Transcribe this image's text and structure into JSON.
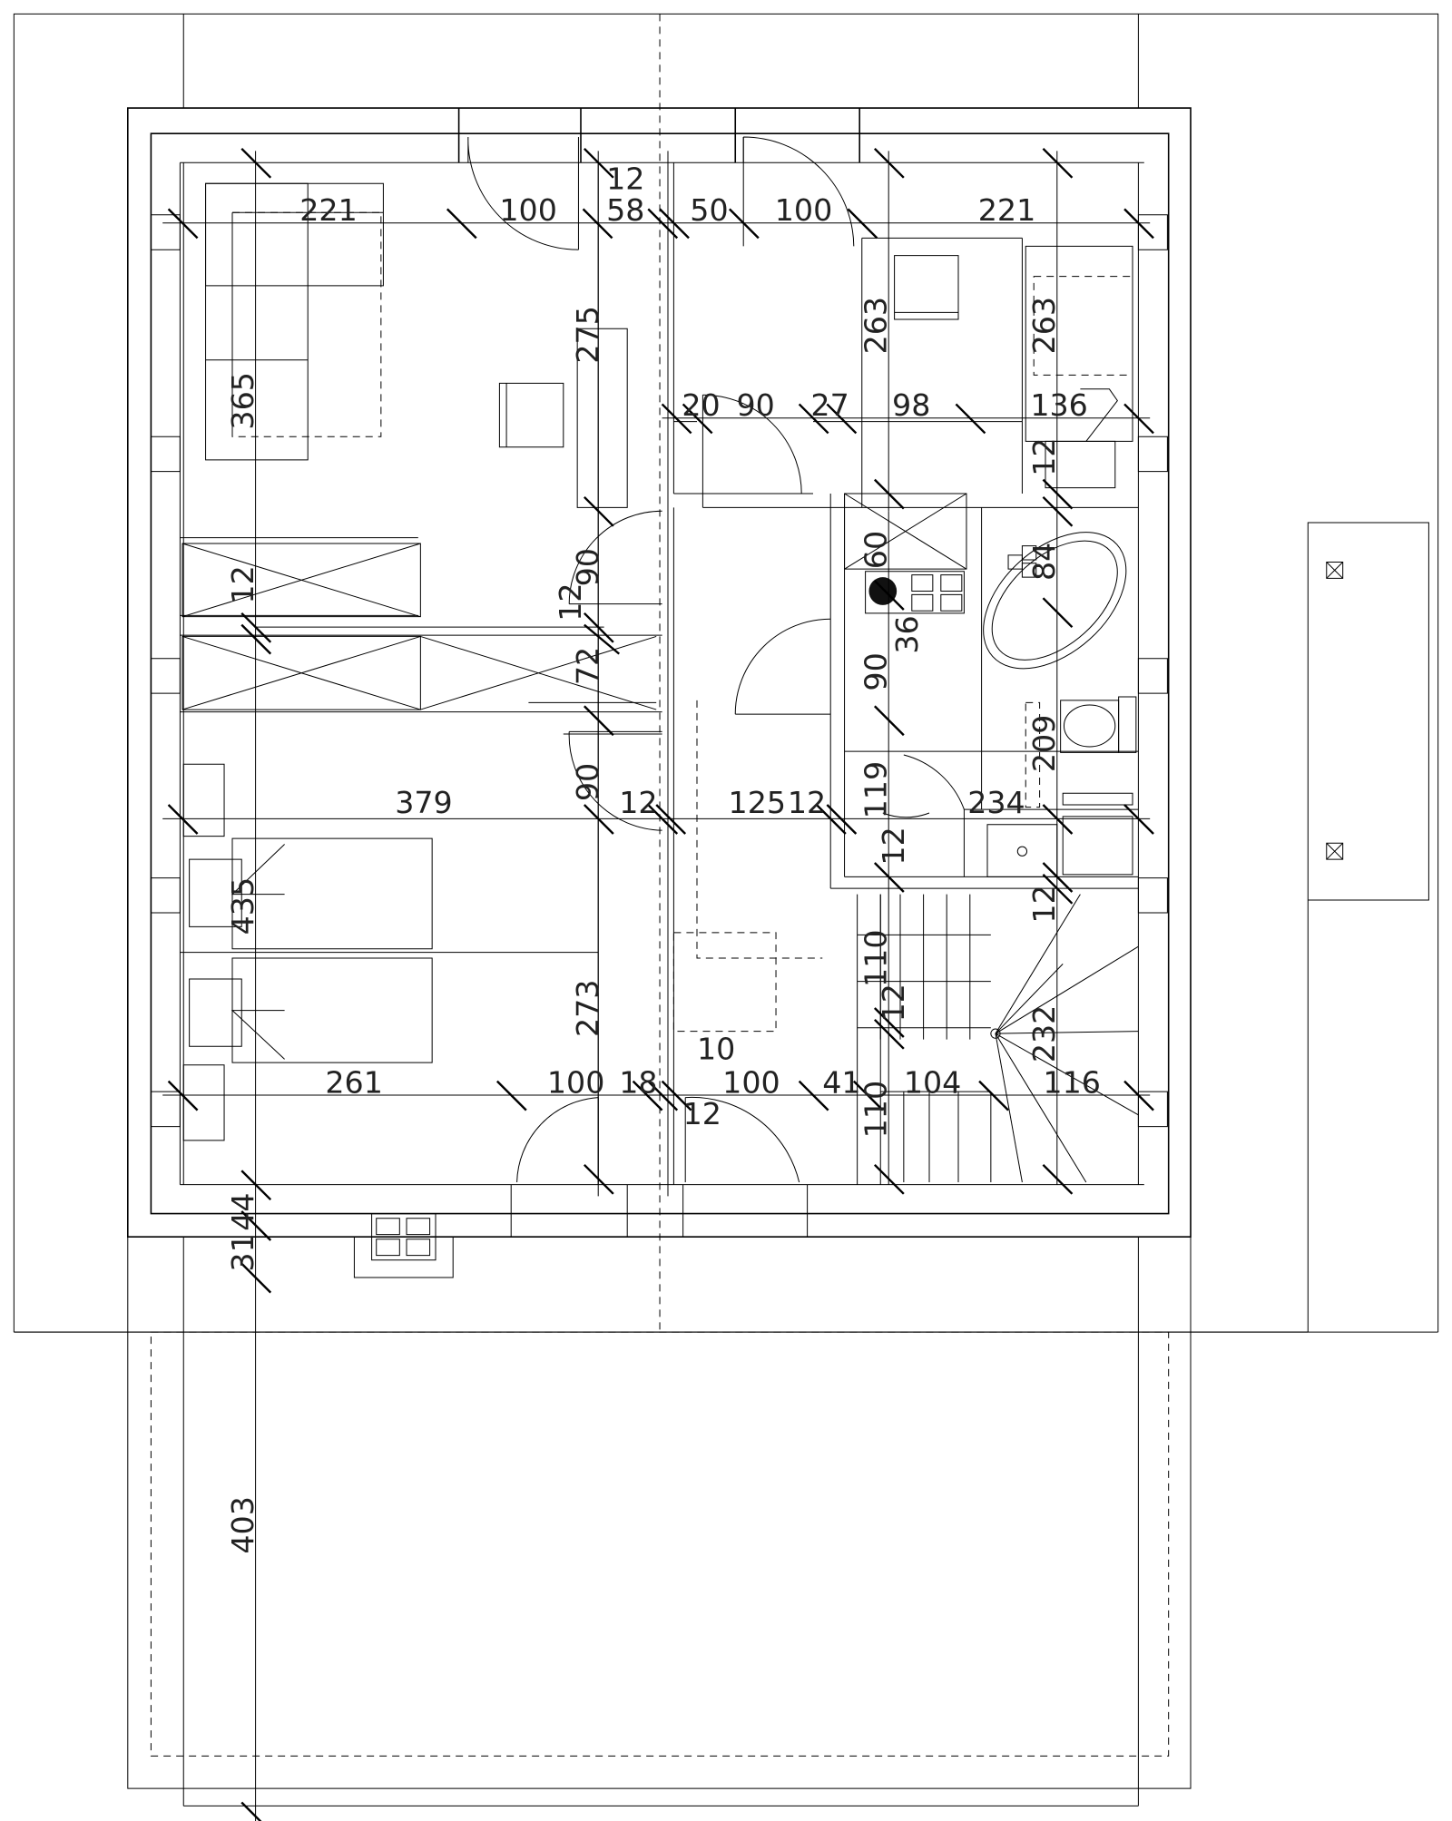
{
  "plan": {
    "dimensions": {
      "d221a": "221",
      "d100a": "100",
      "d12a": "12",
      "d58": "58",
      "d50": "50",
      "d100b": "100",
      "d221b": "221",
      "d263a": "263",
      "d263b": "263",
      "d275": "275",
      "d365": "365",
      "d20": "20",
      "d90a": "90",
      "d27": "27",
      "d98": "98",
      "d136": "136",
      "d12b": "12",
      "d60": "60",
      "d84": "84",
      "d90b": "90",
      "d12c": "12",
      "d12d": "12",
      "d36": "36",
      "d72": "72",
      "d90c": "90",
      "d209": "209",
      "d90d": "90",
      "d379": "379",
      "d12e": "12",
      "d125": "125",
      "d12f": "12",
      "d119": "119",
      "d234": "234",
      "d12g": "12",
      "d435": "435",
      "d12h": "12",
      "d110a": "110",
      "d273": "273",
      "d12i": "12",
      "d232": "232",
      "d10": "10",
      "d261": "261",
      "d100c": "100",
      "d18": "18",
      "d100d": "100",
      "d41": "41",
      "d104": "104",
      "d116": "116",
      "d110b": "110",
      "d12j": "12",
      "d44": "44",
      "d31": "31",
      "d403": "403"
    }
  }
}
